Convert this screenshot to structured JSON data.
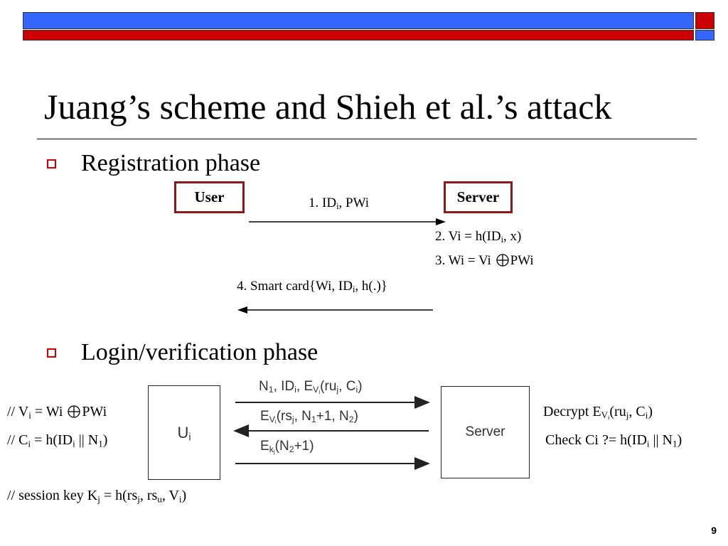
{
  "slide": {
    "title": "Juang’s scheme and Shieh et al.’s attack",
    "page_number": "9"
  },
  "registration": {
    "heading": "Registration phase",
    "user_label": "User",
    "server_label": "Server",
    "msg1": {
      "pre": "1. ID",
      "sub": "i",
      "post": ", PWi"
    },
    "step2": {
      "pre": "2. Vi = h(ID",
      "sub": "i",
      "post": ", x)"
    },
    "step3": {
      "pre": "3. Wi = Vi ",
      "post": "PWi"
    },
    "msg4": {
      "pre": "4. Smart card{Wi, ID",
      "sub": "i",
      "post": ", h(.)}"
    }
  },
  "login": {
    "heading": "Login/verification phase",
    "user_label": "U",
    "user_sub": "i",
    "server_label": "Server",
    "msg1": {
      "a": "N",
      "a_sub": "1",
      "b": ", ID",
      "b_sub": "i",
      "c": ", E",
      "c_sub": "V",
      "c_subsub": "i",
      "d": "(ru",
      "d_sub": "j",
      "e": ", C",
      "e_sub": "i",
      "f": ")"
    },
    "msg2": {
      "a": "E",
      "a_sub": "V",
      "a_subsub": "i",
      "b": "(rs",
      "b_sub": "j",
      "c": ", N",
      "c_sub": "1",
      "d": "+1, N",
      "d_sub": "2",
      "e": ")"
    },
    "msg3": {
      "a": "E",
      "a_sub": "k",
      "a_subsub": "j",
      "b": "(N",
      "b_sub": "2",
      "c": "+1)"
    },
    "left_note1": {
      "a": "// V",
      "a_sub": "i",
      "b": " = Wi ",
      "c": "PWi"
    },
    "left_note2": {
      "a": "// C",
      "a_sub": "i",
      "b": " = h(ID",
      "b_sub": "i",
      "c": " || N",
      "c_sub": "1",
      "d": ")"
    },
    "right_note1": {
      "a": "Decrypt E",
      "a_sub": "V",
      "a_subsub": "i",
      "b": "(ru",
      "b_sub": "j",
      "c": ", C",
      "c_sub": "i",
      "d": ")"
    },
    "right_note2": {
      "a": "Check Ci ?= h(ID",
      "a_sub": "i",
      "b": " || N",
      "b_sub": "1",
      "c": ")"
    },
    "session_key": {
      "a": "// session key K",
      "a_sub": "j",
      "b": " = h(rs",
      "b_sub": "j",
      "c": ", rs",
      "c_sub": "u",
      "d": ", V",
      "d_sub": "i",
      "e": ")"
    }
  },
  "colors": {
    "blue_bar": "#3366ff",
    "red_bar": "#cc0000",
    "node_border": "#8b1a1a"
  }
}
